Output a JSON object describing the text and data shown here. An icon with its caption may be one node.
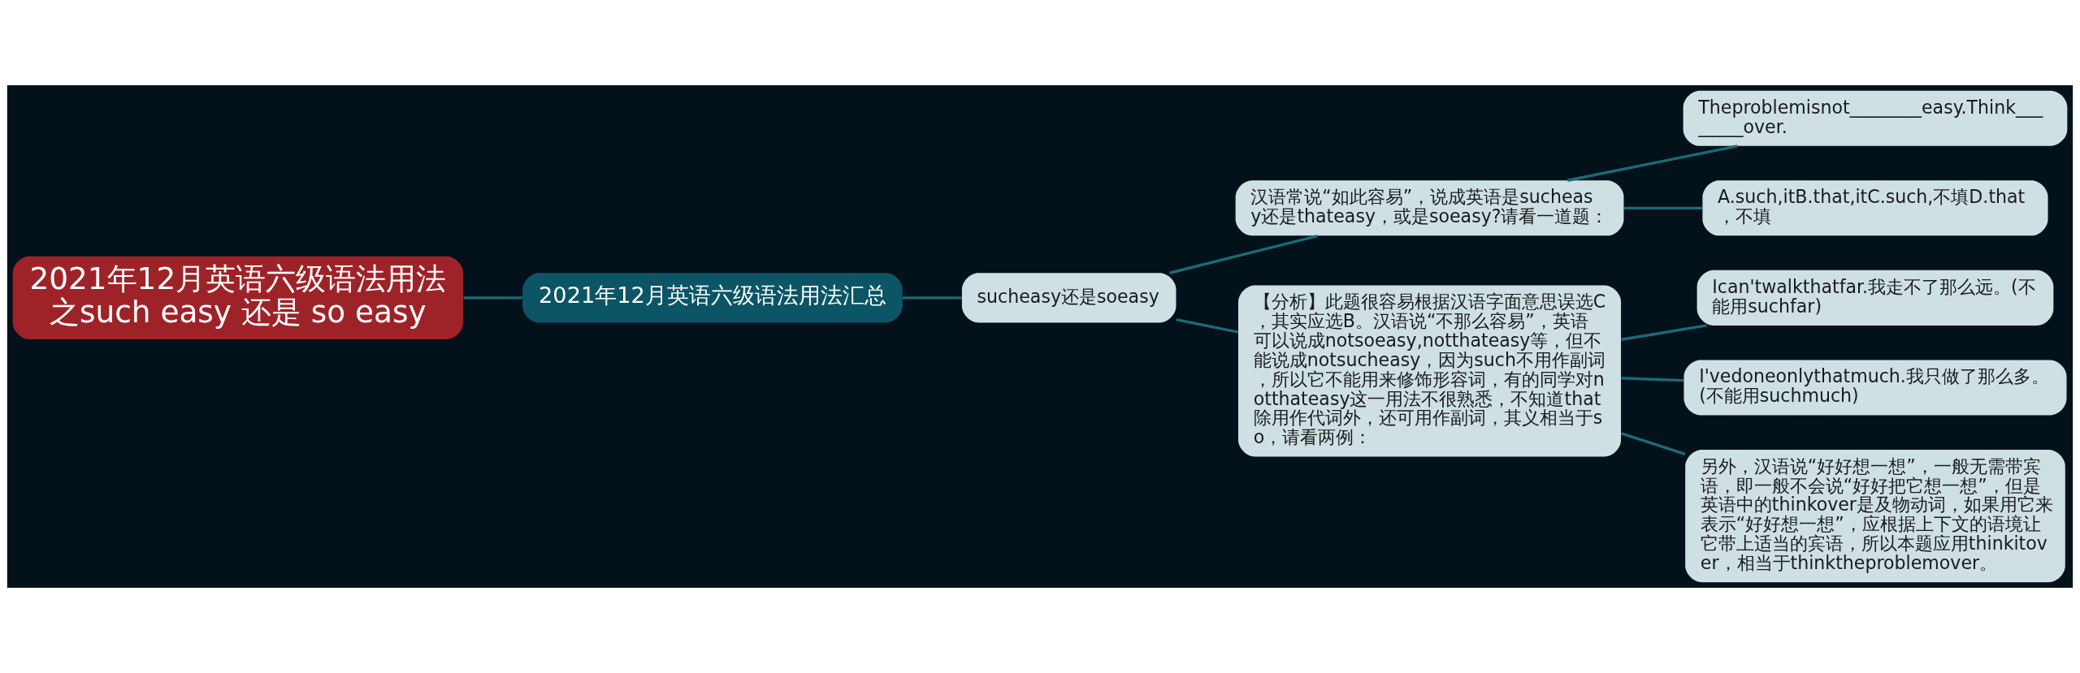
{
  "diagram": {
    "nodes": [
      {
        "text": [
          "2021年12月英语六级语法用法之such easy 还是 so easy"
        ]
      },
      {
        "text": [
          "2021年12月英语六级语法用法汇总"
        ]
      },
      {
        "text": [
          "sucheasy还是soeasy"
        ]
      },
      {
        "text": [
          "汉语常说“如此容易”，说成英语是sucheasy还是thateasy，或是soeasy?请看一道题："
        ]
      },
      {
        "text": [
          "Theproblemisnot________easy.Think________over."
        ]
      },
      {
        "text": [
          "A.such,itB.that,itC.such,不填D.that，不填"
        ]
      },
      {
        "text": [
          "【分析】此题很容易根据汉语字面意思误选C，其实应选B。汉语说“不那么容易”，英语可以说成notsoeasy,notthateasy等，但不能说成notsucheasy，因为such不用作副词，所以它不能用来修饰形容词，有的同学对notthateasy这一用法不很熟悉，不知道that除用作代词外，还可用作副词，其义相当于so，请看两例："
        ]
      },
      {
        "text": [
          "Ican'twalkthatfar.我走不了那么远。(不能用suchfar)"
        ]
      },
      {
        "text": [
          "I'vedoneonlythatmuch.我只做了那么多。(不能用suchmuch)"
        ]
      },
      {
        "text": [
          "另外，汉语说“好好想一想”，一般无需带宾语，即一般不会说“好好把它想一想”，但是英语中的thinkover是及物动词，如果用它来表示“好好想一想”，应根据上下文的语境让它带上适当的宾语，所以本题应用thinkitover，相当于thinktheproblemover。"
        ]
      }
    ],
    "edges": [
      {
        "from": 0,
        "to": 1,
        "arrow": "none"
      },
      {
        "from": 1,
        "to": 2,
        "arrow": "none"
      },
      {
        "from": 2,
        "to": 3,
        "arrow": "none"
      },
      {
        "from": 3,
        "to": 4,
        "arrow": "none"
      },
      {
        "from": 3,
        "to": 5,
        "arrow": "none"
      },
      {
        "from": 2,
        "to": 6,
        "arrow": "none"
      },
      {
        "from": 6,
        "to": 7,
        "arrow": "none"
      },
      {
        "from": 6,
        "to": 8,
        "arrow": "none"
      },
      {
        "from": 6,
        "to": 9,
        "arrow": "none"
      }
    ]
  }
}
